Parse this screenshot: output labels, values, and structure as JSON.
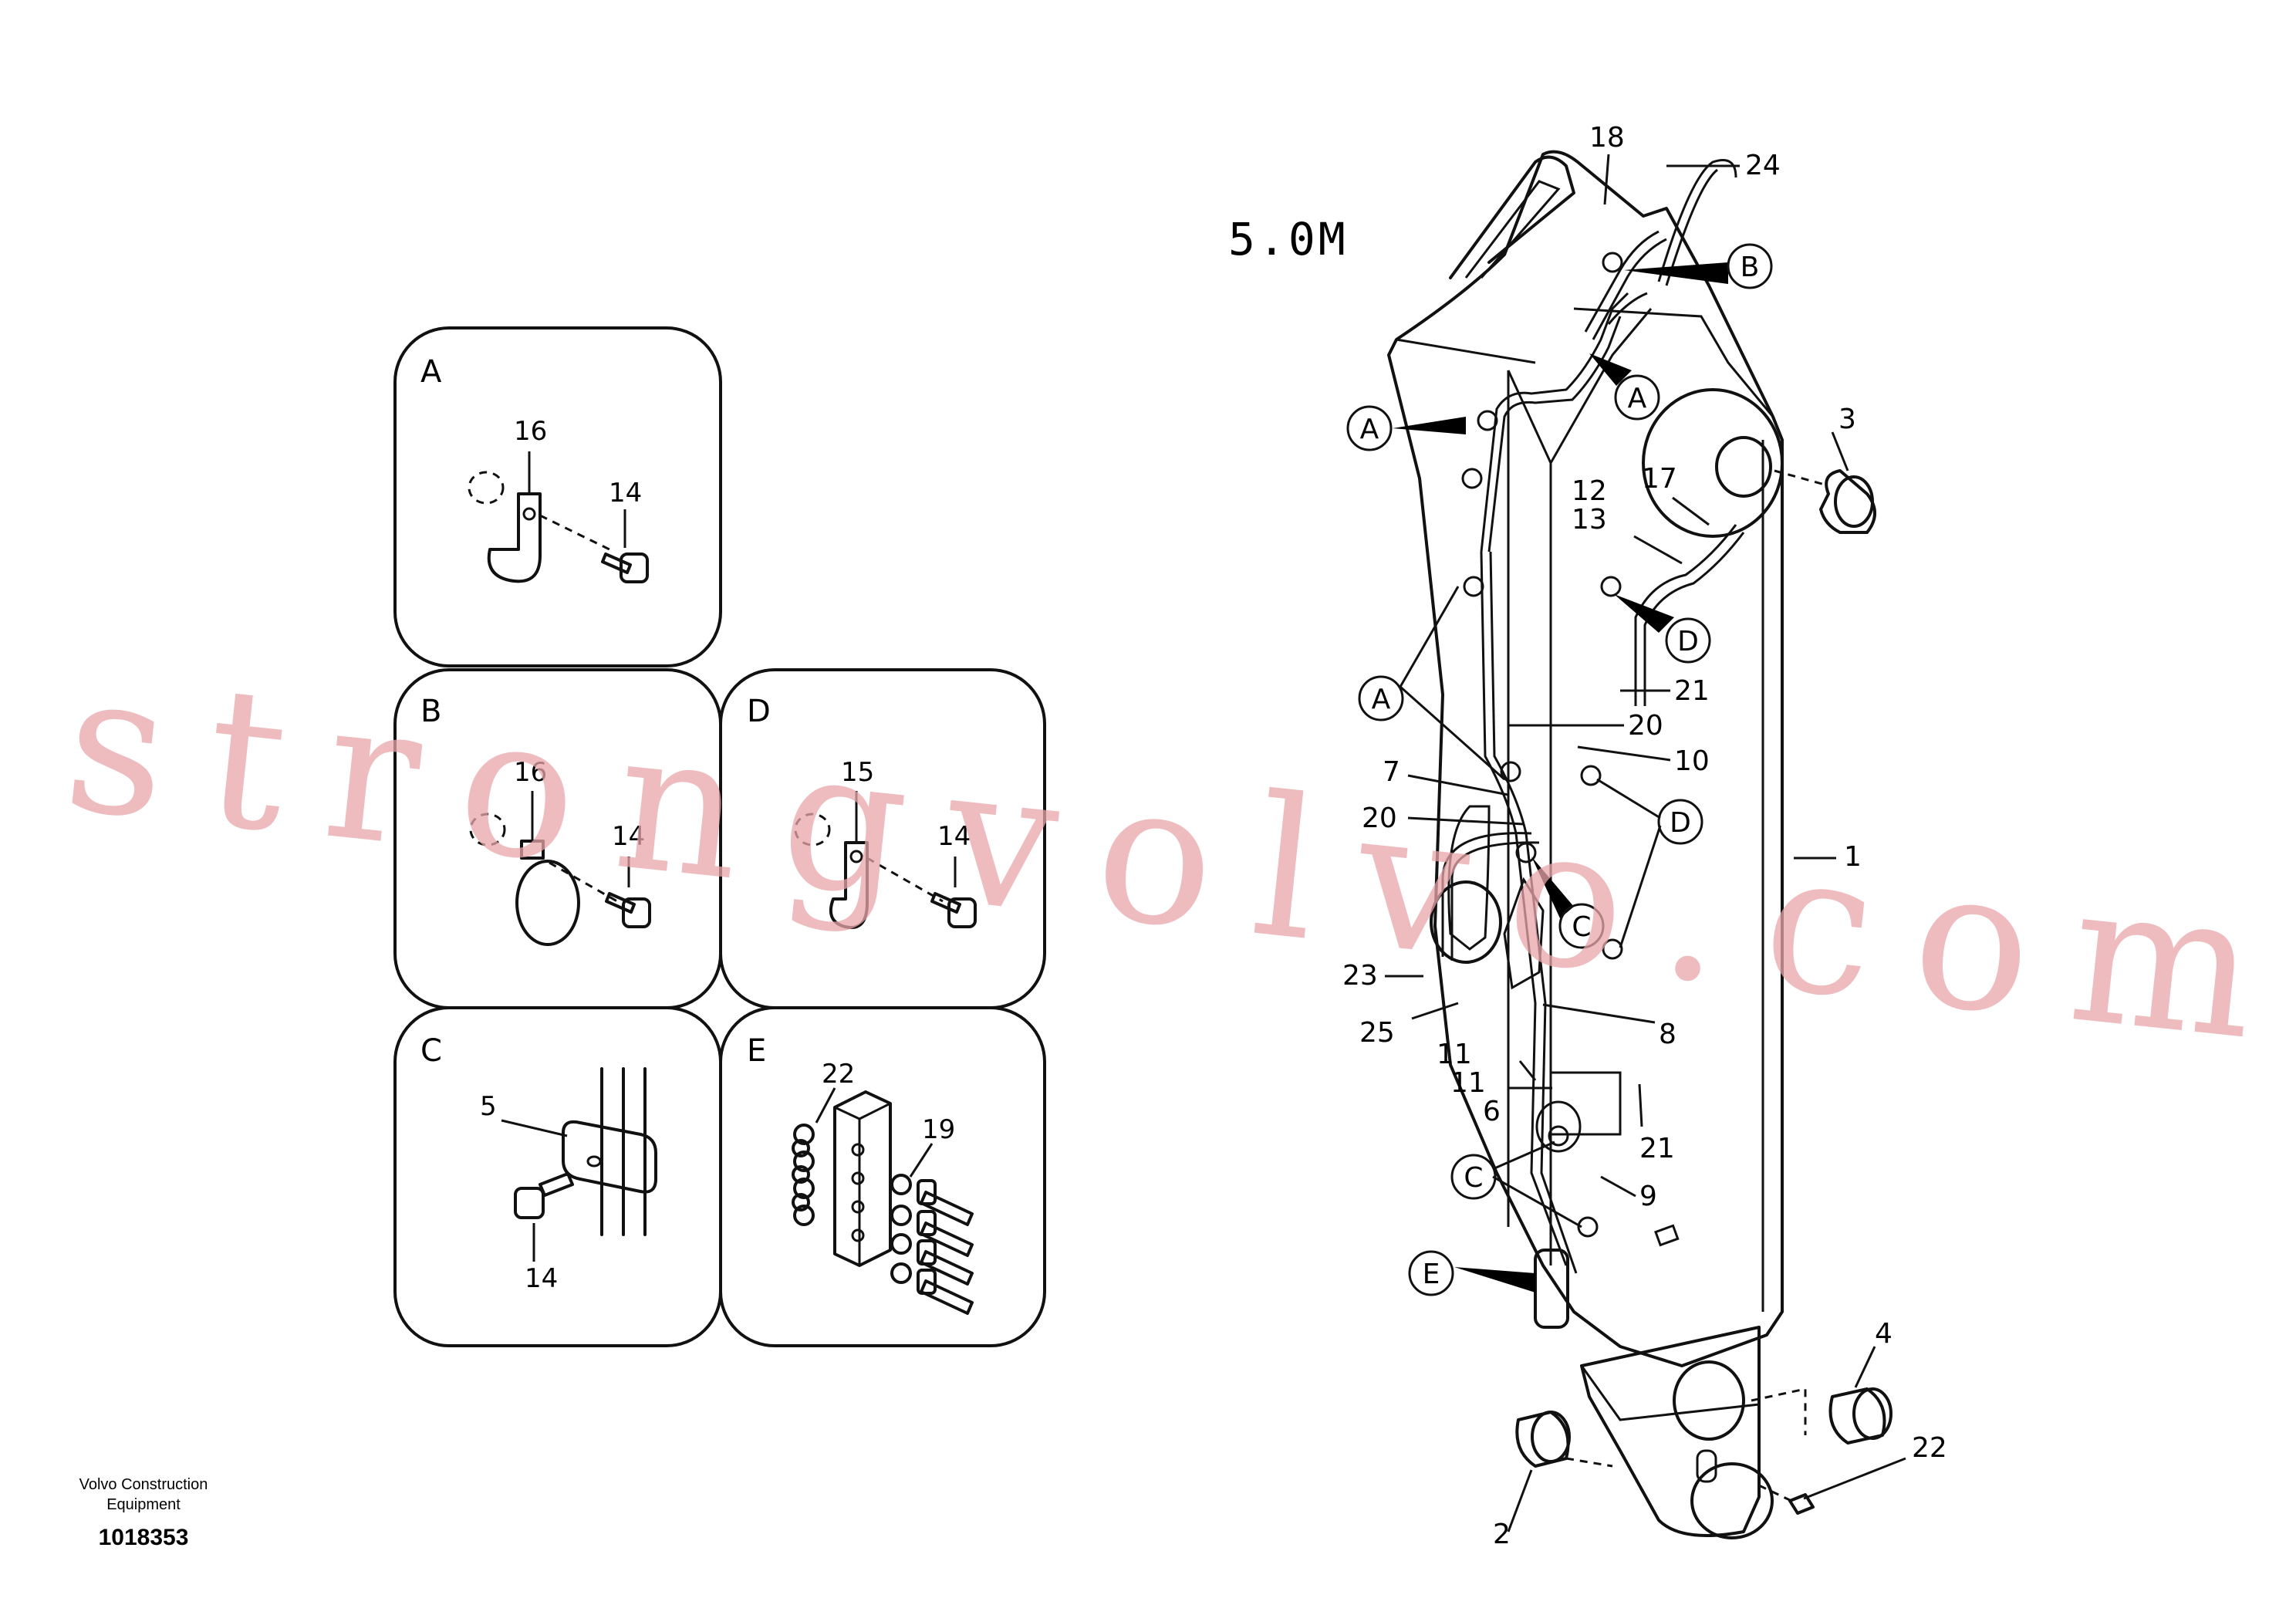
{
  "header": {
    "model": "5.0M"
  },
  "footer": {
    "brand_line1": "Volvo Construction",
    "brand_line2": "Equipment",
    "drawing_number": "1018353"
  },
  "watermark": {
    "text": "strongvolvo.com",
    "color": "#e8a5aa"
  },
  "details": {
    "A": {
      "letter": "A",
      "callouts": [
        "16",
        "14"
      ]
    },
    "B": {
      "letter": "B",
      "callouts": [
        "16",
        "14"
      ]
    },
    "D": {
      "letter": "D",
      "callouts": [
        "15",
        "14"
      ]
    },
    "C": {
      "letter": "C",
      "callouts": [
        "5",
        "14"
      ]
    },
    "E": {
      "letter": "E",
      "callouts": [
        "22",
        "19"
      ]
    }
  },
  "callouts": {
    "c1": "1",
    "c2": "2",
    "c3": "3",
    "c4": "4",
    "c6": "6",
    "c7": "7",
    "c8": "8",
    "c9": "9",
    "c10": "10",
    "c11a": "11",
    "c11b": "11",
    "c12": "12",
    "c13": "13",
    "c17": "17",
    "c18": "18",
    "c20a": "20",
    "c20b": "20",
    "c21a": "21",
    "c21b": "21",
    "c22": "22",
    "c23": "23",
    "c24": "24",
    "c25": "25"
  },
  "view_refs": {
    "a1": "A",
    "a2": "A",
    "a3": "A",
    "b1": "B",
    "c1": "C",
    "c2": "C",
    "d1": "D",
    "d2": "D",
    "e1": "E"
  }
}
